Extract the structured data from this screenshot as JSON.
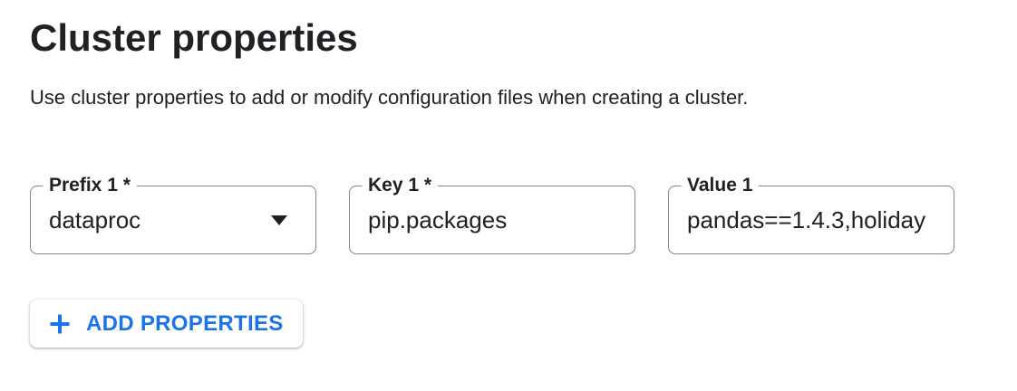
{
  "colors": {
    "accent-blue": "#1a73e8",
    "text-primary": "#202124",
    "field-border": "#80868b"
  },
  "header": {
    "title": "Cluster properties",
    "description": "Use cluster properties to add or modify configuration files when creating a cluster."
  },
  "property_fields": {
    "prefix": {
      "label": "Prefix 1 *",
      "value": "dataproc"
    },
    "key": {
      "label": "Key 1 *",
      "value": "pip.packages"
    },
    "value": {
      "label": "Value 1",
      "value": "pandas==1.4.3,holiday"
    }
  },
  "buttons": {
    "add_properties": "ADD PROPERTIES"
  }
}
